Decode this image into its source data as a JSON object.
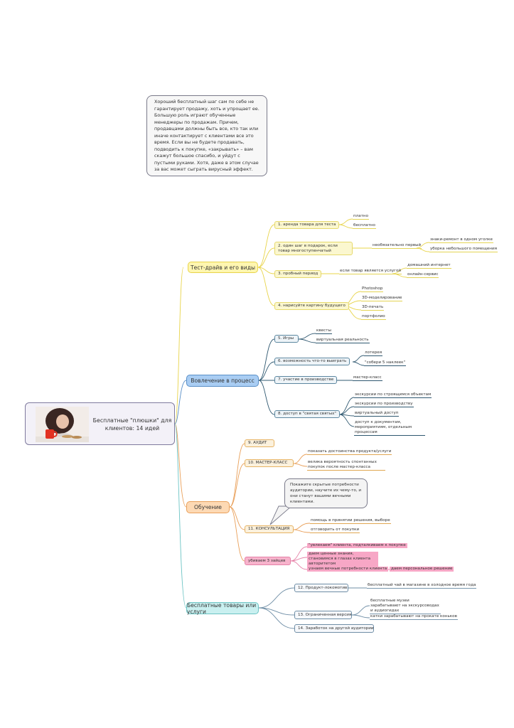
{
  "note_top": "Хороший бесплатный шаг сам по себе не гарантирует продажу, хоть и упрощает ее. Большую роль играют обученные менеджеры по продажам. Причем, продавцами должны быть все, кто так или иначе контактирует с клиентами все это время. Если вы не будете продавать, подводить к покупке, «закрывать» – вам скажут большое спасибо, и уйдут с пустыми руками. Хотя, даже в этом случае за вас может сыграть вирусный эффект.",
  "root": {
    "title": "Бесплатные \"плюшки\" для клиентов: 14 идей"
  },
  "branches": {
    "test": {
      "label": "Тест-драйв и его виды",
      "n1": "1. аренда товара для теста",
      "n1a": "платно",
      "n1b": "бесплатно",
      "n2": "2. один шаг в подарок, если товар многоступенчатый",
      "n2a": "необязательно первый",
      "n2a1": "знаки-ремонт в одном уголке",
      "n2a2": "уборка небольшого помещения",
      "n3": "3. пробный период",
      "n3a": "если товар является услугой",
      "n3a1": "домашний интернет",
      "n3a2": "онлайн-сервис",
      "n4": "4. нарисуйте картину будущего",
      "n4a": "Photoshop",
      "n4b": "3D-моделирование",
      "n4c": "3D-печать",
      "n4d": "портфолио"
    },
    "involve": {
      "label": "Вовлечение в процесс",
      "n5": "5. Игры",
      "n5a": "квесты",
      "n5b": "виртуальная реальность",
      "n6": "6. возможность что-то выиграть",
      "n6a": "лотерея",
      "n6b": "\"собери 5 наклеек\"",
      "n7": "7. участие в производстве",
      "n7a": "мастер-класс",
      "n8": "8. доступ в \"святая святых\"",
      "n8a": "экскурсии по строящимся объектам",
      "n8b": "экскурсии по производству",
      "n8c": "виртуальный доступ",
      "n8d": "доступ к документам, мероприятиям, отдельным процессам"
    },
    "learn": {
      "label": "Обучение",
      "n9": "9. АУДИТ",
      "n10": "10. МАСТЕР-КЛАСС",
      "n10a": "показать достоинства продукта/услуги",
      "n10b": "велика вероятность спонтанных покупок после мастер-класса",
      "callout": "Покажите скрытые потребности аудитории, научите их чему-то, и они станут вашими вечными клиентами.",
      "n11": "11. КОНСУЛЬТАЦИЯ",
      "n11a": "помощь в принятии решения, выборе",
      "n11b": "отговорить от покупки",
      "hares": "убиваем 3 зайцев",
      "h1": "\"увлекаем\" клиента, подталкиваем к покупке",
      "h2": "даем ценные знания, становимся в глазах клиента авторитетом",
      "h3": "узнаем вечные потребности клиента",
      "h3a": "даем персональное решение"
    },
    "free": {
      "label": "Бесплатные товары или услуги",
      "n12": "12. Продукт-локомотив",
      "n12a": "бесплатный чай в магазине в холодное время года",
      "n13": "13. Ограниченная версия",
      "n13a": "бесплатные музеи зарабатывают на экскурсоводах и аудиогидах",
      "n13b": "катки зарабатывают на прокате коньков",
      "n14": "14. Заработок на другой аудитории"
    }
  },
  "colors": {
    "yellow": "#e8d44a",
    "blue": "#5a8fc7",
    "orange": "#e9a05a",
    "teal": "#6cc4c4",
    "pink": "#f7a7c6"
  }
}
